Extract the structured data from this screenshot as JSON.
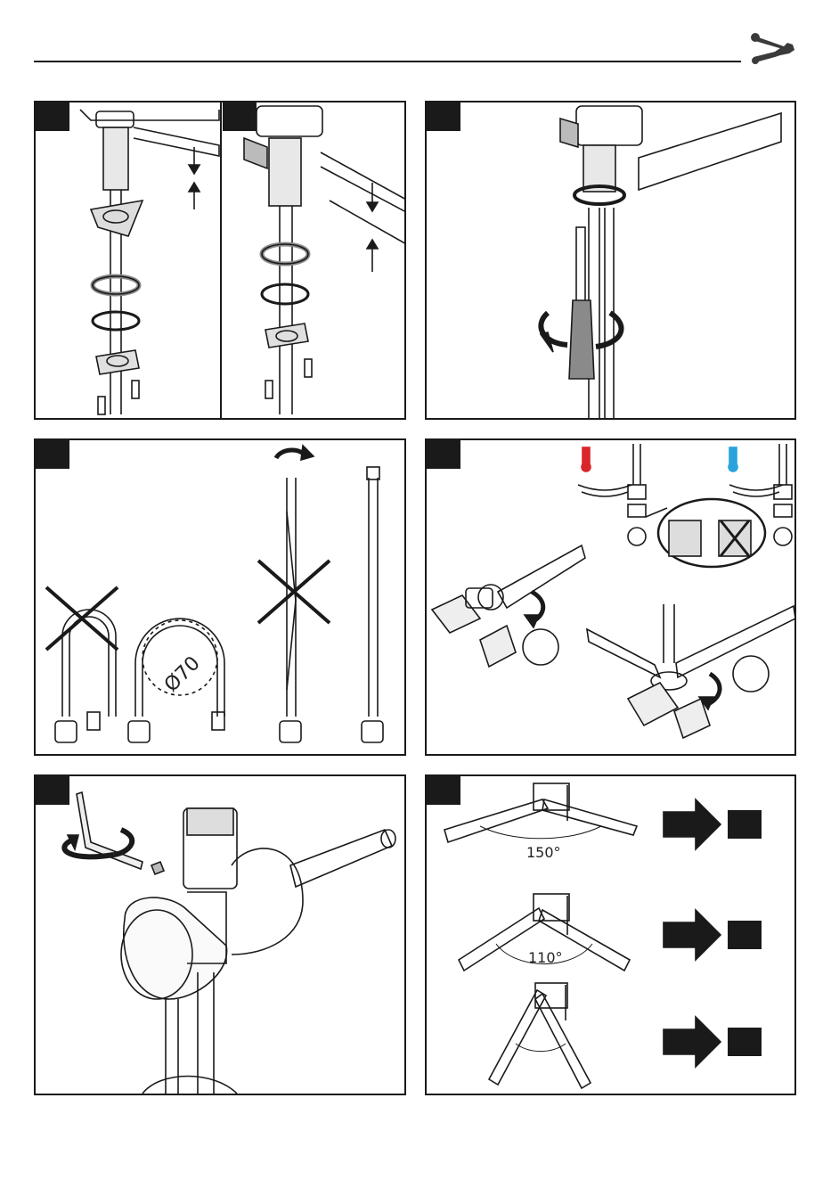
{
  "header": {
    "tools_icon": "wrench-screwdriver-icon"
  },
  "panels": {
    "p6": {
      "diameter_label": "Ø70"
    },
    "p8": {
      "angles": [
        "150°",
        "110°"
      ]
    }
  },
  "colors": {
    "line": "#1a1a1a",
    "hot": "#d9262b",
    "cold": "#2aa3dc",
    "shade": "#8a8a8a"
  }
}
